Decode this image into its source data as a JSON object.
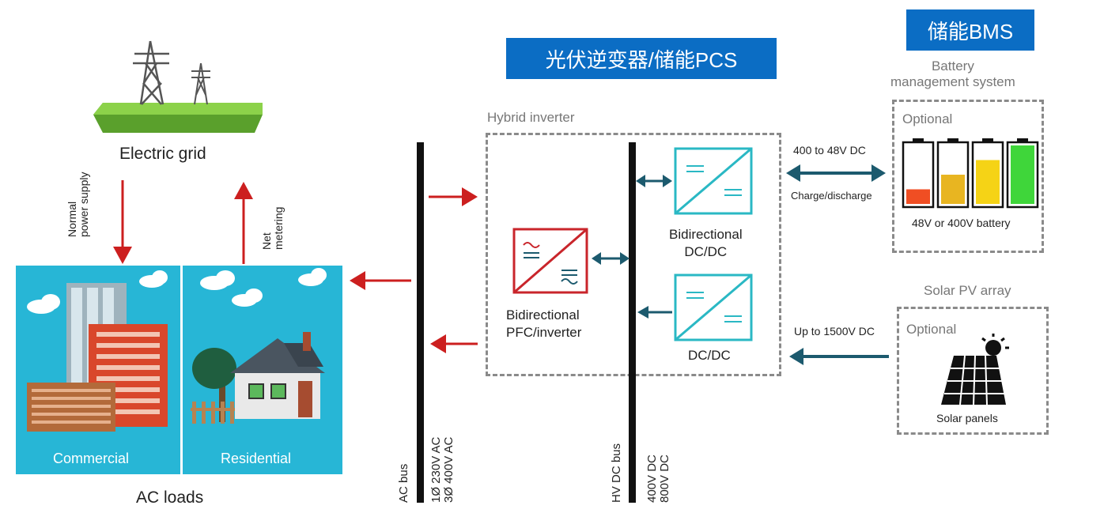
{
  "banners": {
    "pcs": "光伏逆变器/储能PCS",
    "bms": "储能BMS"
  },
  "grid": {
    "label": "Electric grid"
  },
  "arrows": {
    "normal_supply": "Normal\npower supply",
    "net_metering": "Net\nmetering"
  },
  "loads": {
    "commercial": "Commercial",
    "residential": "Residential",
    "title": "AC loads"
  },
  "buses": {
    "ac_bus": "AC bus",
    "ac_spec": "1Ø 230V AC\n3Ø 400V AC",
    "hv_bus": "HV DC bus",
    "hv_spec": "400V DC\n800V DC"
  },
  "hybrid": {
    "title": "Hybrid inverter",
    "pfc": "Bidirectional\nPFC/inverter",
    "bidi_dcdc": "Bidirectional\nDC/DC",
    "dcdc": "DC/DC"
  },
  "battery_link": {
    "voltage": "400 to 48V DC",
    "mode": "Charge/discharge"
  },
  "bms": {
    "title": "Battery\nmanagement system",
    "optional": "Optional",
    "battery_label": "48V or 400V battery",
    "battery_levels": [
      0.25,
      0.5,
      0.75,
      1.0
    ],
    "battery_colors": [
      "#f04e23",
      "#e8b521",
      "#f5d316",
      "#3fd63a"
    ]
  },
  "solar": {
    "title": "Solar PV array",
    "optional": "Optional",
    "link": "Up to 1500V DC",
    "panels": "Solar panels"
  },
  "colors": {
    "red_arrow": "#cc1f1f",
    "teal": "#2ab8c4",
    "dark_teal": "#1c5a6e",
    "sky": "#27b6d6",
    "pfc_red": "#c9252b"
  }
}
